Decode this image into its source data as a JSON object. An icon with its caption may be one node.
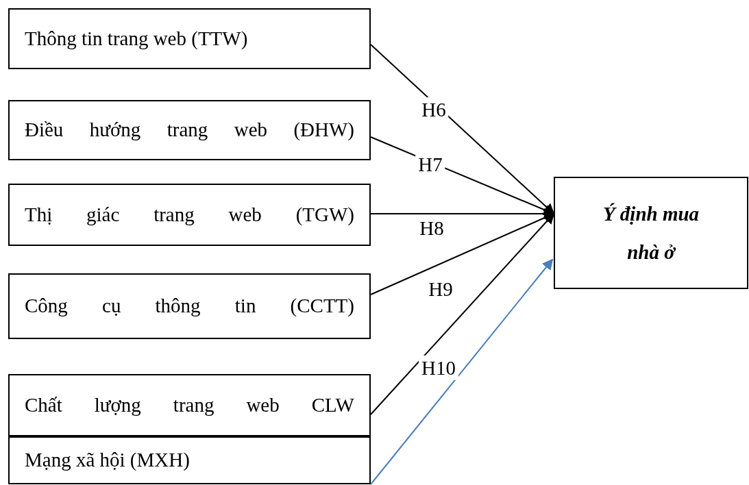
{
  "diagram": {
    "nodes": [
      {
        "text": [
          "Thông tin trang web (TTW)"
        ]
      },
      {
        "text": [
          "Điều hướng trang web (ĐHW)"
        ]
      },
      {
        "text": [
          "Thị giác trang web (TGW)"
        ]
      },
      {
        "text": [
          "Công cụ thông tin (CCTT)"
        ]
      },
      {
        "text": [
          "Chất lượng trang web CLW"
        ]
      },
      {
        "text": [
          "Mạng xã hội (MXH)"
        ]
      },
      {
        "text": [
          "Ý định mua nhà ở"
        ]
      }
    ],
    "edges": [
      {
        "from": 0,
        "to": 6,
        "arrow": "to",
        "label": "H6"
      },
      {
        "from": 1,
        "to": 6,
        "arrow": "to",
        "label": "H7"
      },
      {
        "from": 2,
        "to": 6,
        "arrow": "to",
        "label": "H8"
      },
      {
        "from": 3,
        "to": 6,
        "arrow": "to",
        "label": "H9"
      },
      {
        "from": 4,
        "to": 6,
        "arrow": "to",
        "label": "H10"
      },
      {
        "from": 5,
        "to": 6,
        "arrow": "to",
        "color": "#4a7ebb"
      }
    ]
  }
}
